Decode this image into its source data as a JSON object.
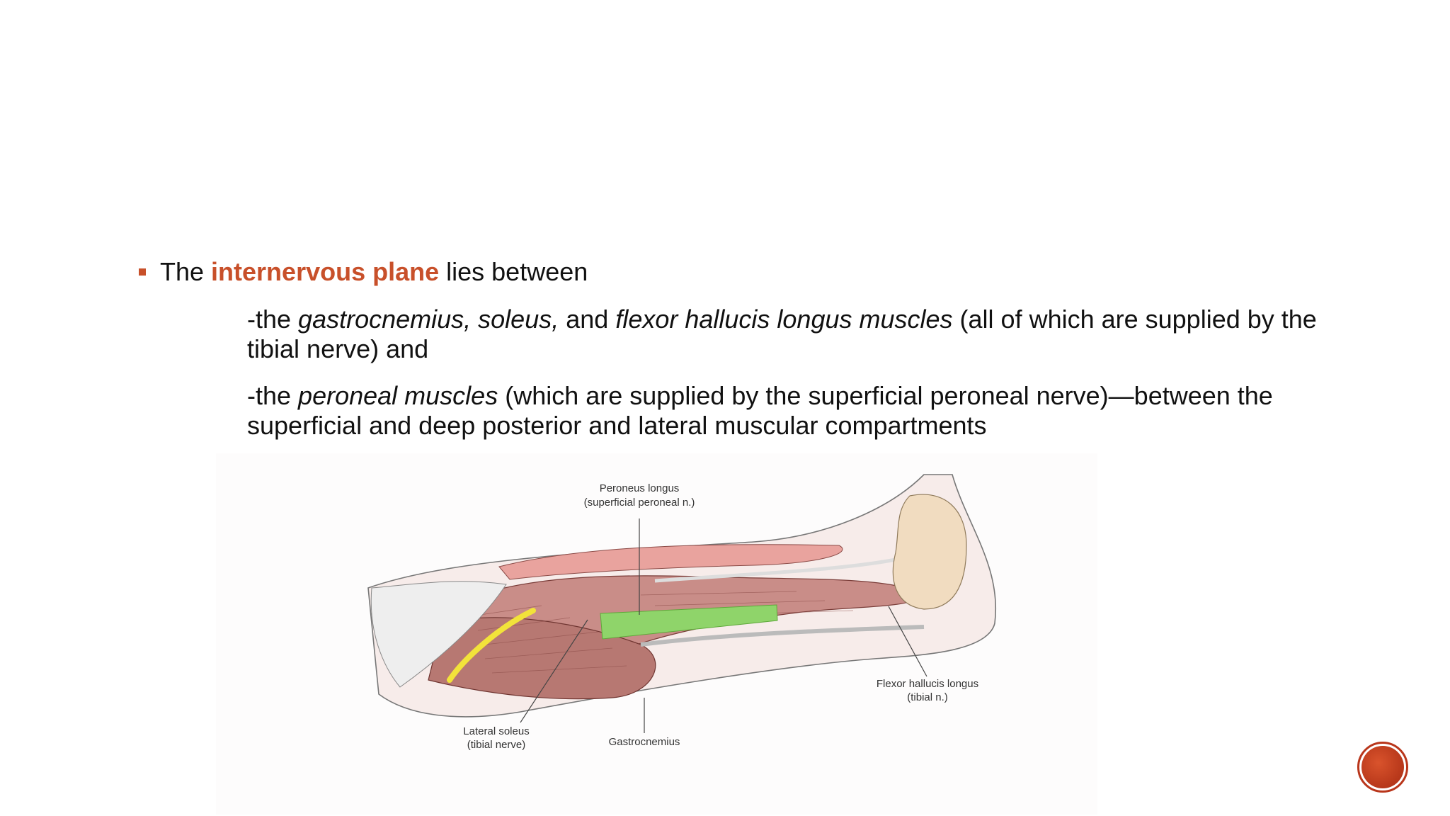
{
  "bullet": {
    "prefix": "The ",
    "highlight": "internervous plane",
    "suffix": " lies between"
  },
  "sub1": {
    "p1": "-the ",
    "i1": "gastrocnemius, soleus,",
    "p2": " and ",
    "i2": "flexor hallucis longus muscles",
    "p3": " (all of which are supplied by the tibial nerve) and"
  },
  "sub2": {
    "p1": "-the ",
    "i1": "peroneal muscles",
    "p2": " (which are supplied by the superficial peroneal nerve)—between the superficial and deep posterior and lateral muscular compartments"
  },
  "figure": {
    "peroneus_line1": "Peroneus longus",
    "peroneus_line2": "(superficial peroneal n.)",
    "fhl_line1": "Flexor hallucis longus",
    "fhl_line2": "(tibial n.)",
    "soleus_line1": "Lateral soleus",
    "soleus_line2": "(tibial nerve)",
    "gastroc": "Gastrocnemius"
  },
  "colors": {
    "accent": "#c8502a",
    "plane_green": "#8fd46a",
    "nerve_yellow": "#f2e33a",
    "muscle": "#c98d88",
    "nav_button": "#b9361b"
  }
}
